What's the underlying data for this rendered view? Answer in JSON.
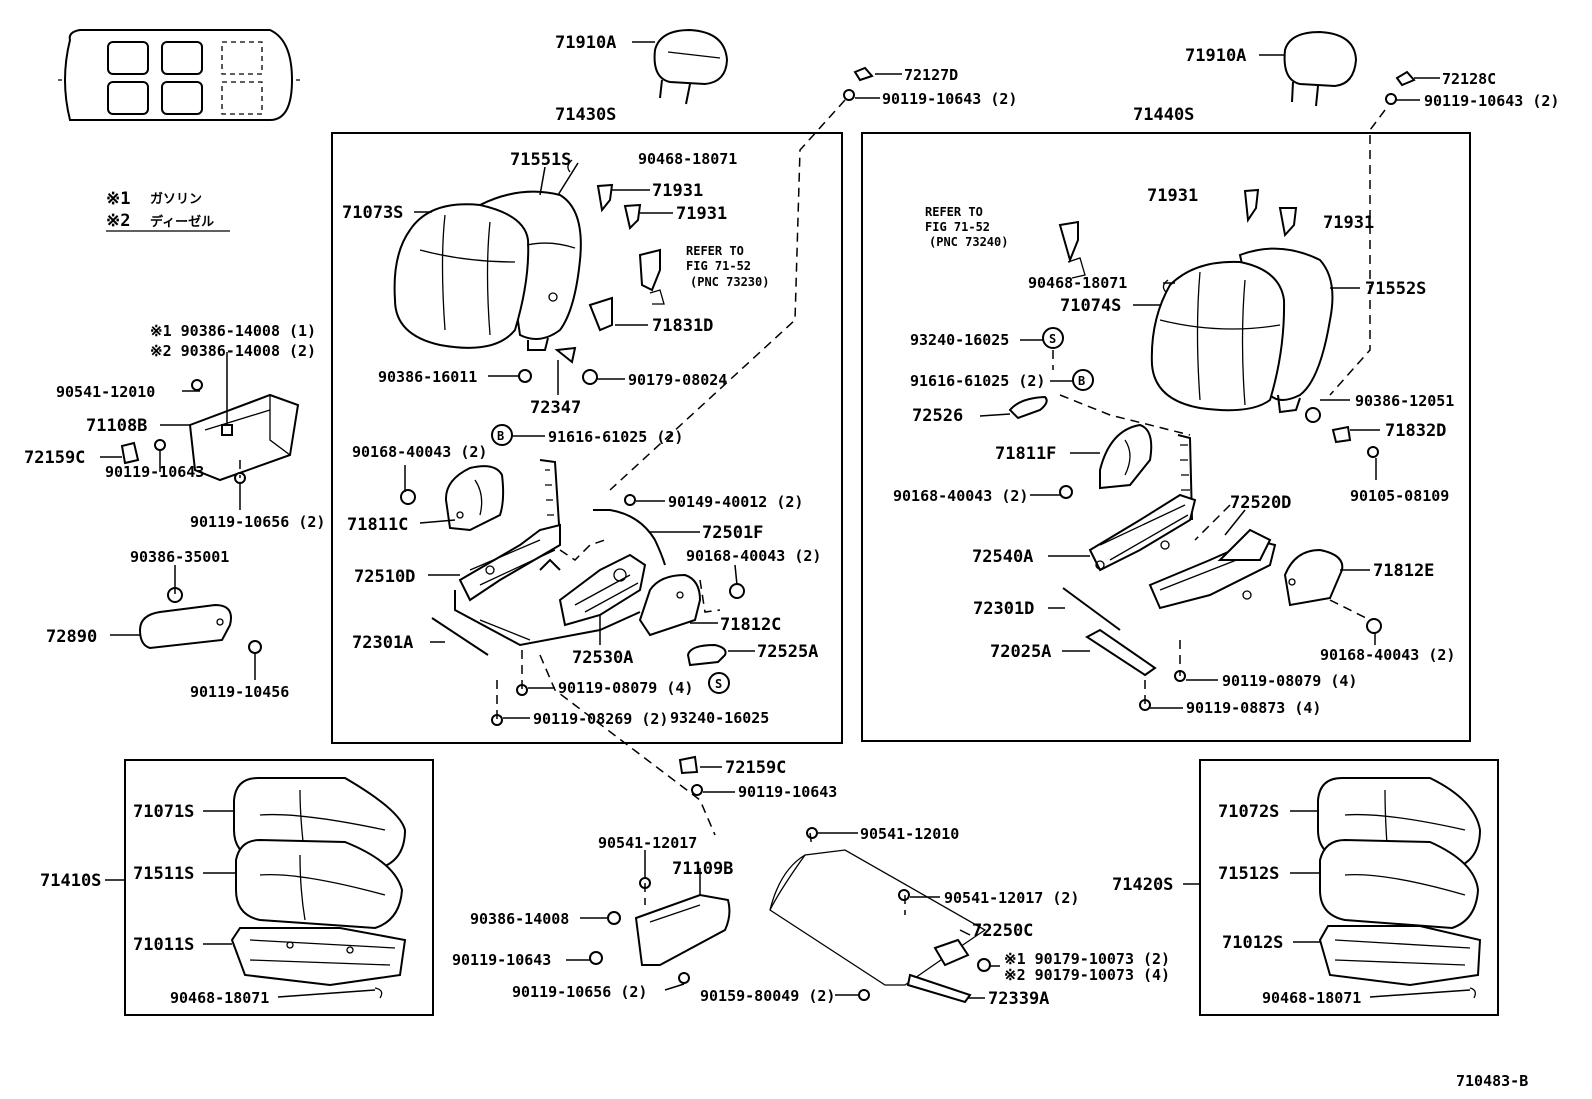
{
  "legend": {
    "mark1": "※1",
    "text1": "ガソリン",
    "mark2": "※2",
    "text2": "ディーゼル"
  },
  "figure_number": "710483-B",
  "labels": {
    "l71910A_l": "71910A",
    "l71910A_r": "71910A",
    "l72127D": "72127D",
    "l72128C": "72128C",
    "l90119_10643_2a": "90119-10643 (2)",
    "l90119_10643_2b": "90119-10643 (2)",
    "l71430S": "71430S",
    "l71440S": "71440S",
    "l71551S": "71551S",
    "l90468_18071_a": "90468-18071",
    "l71931_a": "71931",
    "l71931_b": "71931",
    "l71931_c": "71931",
    "l71931_d": "71931",
    "l71073S": "71073S",
    "refer_a1": "REFER TO",
    "refer_a2": "FIG 71-52",
    "refer_a3": "(PNC 73230)",
    "refer_b1": "REFER TO",
    "refer_b2": "FIG 71-52",
    "refer_b3": "(PNC 73240)",
    "l71831D": "71831D",
    "l90386_16011": "90386-16011",
    "l90179_08024": "90179-08024",
    "l72347": "72347",
    "l91616_61025_2a": "91616-61025 (2)",
    "l91616_61025_2b": "91616-61025 (2)",
    "l90168_40043_2a": "90168-40043 (2)",
    "l90168_40043_2b": "90168-40043 (2)",
    "l90168_40043_2c": "90168-40043 (2)",
    "l90168_40043_2d": "90168-40043 (2)",
    "l90149_40012_2": "90149-40012 (2)",
    "l71811C": "71811C",
    "l72501F": "72501F",
    "l72510D": "72510D",
    "l71812C": "71812C",
    "l72301A": "72301A",
    "l72530A": "72530A",
    "l72525A": "72525A",
    "l90119_08079_4a": "90119-08079 (4)",
    "l90119_08079_4b": "90119-08079 (4)",
    "l93240_16025_a": "93240-16025",
    "l93240_16025_b": "93240-16025",
    "l90119_08269_2": "90119-08269 (2)",
    "l90386_14008_1": "※1 90386-14008 (1)",
    "l90386_14008_2": "※2 90386-14008 (2)",
    "l90541_12010_a": "90541-12010",
    "l90541_12010_b": "90541-12010",
    "l71108B": "71108B",
    "l72159C_a": "72159C",
    "l72159C_b": "72159C",
    "l90119_10643_a": "90119-10643",
    "l90119_10643_b": "90119-10643",
    "l90119_10643_c": "90119-10643",
    "l90119_10656_2a": "90119-10656 (2)",
    "l90119_10656_2b": "90119-10656 (2)",
    "l90386_35001": "90386-35001",
    "l72890": "72890",
    "l90119_10456": "90119-10456",
    "l90468_18071_b": "90468-18071",
    "l71074S": "71074S",
    "l71552S": "71552S",
    "l90386_12051": "90386-12051",
    "l72526": "72526",
    "l71832D": "71832D",
    "l71811F": "71811F",
    "l90105_08109": "90105-08109",
    "l72520D": "72520D",
    "l72540A": "72540A",
    "l71812E": "71812E",
    "l72301D": "72301D",
    "l72025A": "72025A",
    "l90119_08873_4": "90119-08873 (4)",
    "l71071S": "71071S",
    "l71511S": "71511S",
    "l71410S": "71410S",
    "l71011S": "71011S",
    "l90468_18071_c": "90468-18071",
    "l90468_18071_d": "90468-18071",
    "l90541_12017_a": "90541-12017",
    "l71109B": "71109B",
    "l90386_14008": "90386-14008",
    "l90541_12017_2": "90541-12017 (2)",
    "l72250C": "72250C",
    "l90179_10073_2": "※1 90179-10073 (2)",
    "l90179_10073_4": "※2 90179-10073 (4)",
    "l90159_80049_2": "90159-80049 (2)",
    "l72339A": "72339A",
    "l71072S": "71072S",
    "l71512S": "71512S",
    "l71420S": "71420S",
    "l71012S": "71012S"
  },
  "markers": {
    "s": "S",
    "b": "B"
  }
}
